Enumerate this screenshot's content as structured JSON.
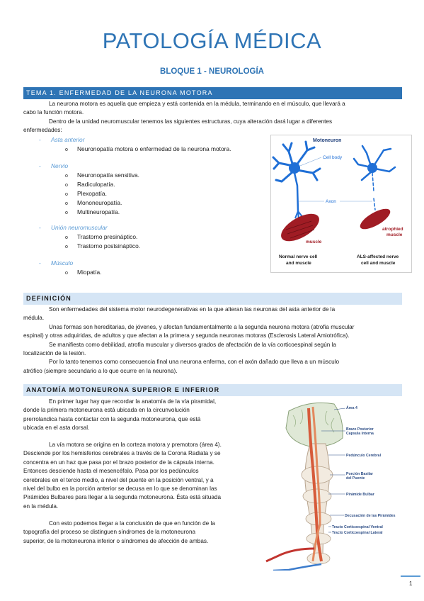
{
  "title": "PATOLOGÍA MÉDICA",
  "subtitle": "BLOQUE 1 - NEUROLOGÍA",
  "section1": {
    "heading": "TEMA 1. ENFERMEDAD DE LA NEURONA MOTORA",
    "p1a": "La neurona motora es aquella que empieza y está contenida en la médula, terminando en el músculo, que llevará a",
    "p1b": "cabo la función motora.",
    "p2a": "Dentro de la unidad neuromuscular tenemos las siguientes estructuras, cuya alteración dará lugar a diferentes",
    "p2b": "enfermedades:",
    "categories": [
      {
        "label": "Asta anterior",
        "items": [
          "Neuronopatía motora o enfermedad de la neurona motora."
        ]
      },
      {
        "label": "Nervio",
        "items": [
          "Neuronopatía sensitiva.",
          "Radiculopatía.",
          "Plexopatía.",
          "Mononeuropatía.",
          "Multineuropatía."
        ]
      },
      {
        "label": "Unión neuromuscular",
        "items": [
          "Trastorno presináptico.",
          "Trastorno postsináptico."
        ]
      },
      {
        "label": "Músculo",
        "items": [
          "Miopatía."
        ]
      }
    ],
    "figure": {
      "motoneuron": "Motoneuron",
      "cell_body": "Cell body",
      "axon": "Axon",
      "muscle": "muscle",
      "atrophied1": "atrophied",
      "atrophied2": "muscle",
      "cap_left1": "Normal nerve cell",
      "cap_left2": "and muscle",
      "cap_right1": "ALS-affected nerve",
      "cap_right2": "cell and muscle"
    }
  },
  "section2": {
    "heading": "DEFINICIÓN",
    "lines": [
      "Son enfermedades del sistema motor neurodegenerativas en la que alteran las neuronas del asta anterior de la",
      "médula.",
      "Unas formas son hereditarias, de jóvenes, y afectan fundamentalmente a la segunda neurona motora (atrofia muscular",
      "espinal) y otras adquiridas, de adultos y que afectan a la primera y segunda neuronas motoras (Esclerosis Lateral Amiotrófica).",
      "Se manifiesta como debilidad, atrofia muscular y diversos grados de afectación de la vía corticoespinal según la",
      "localización de la lesión.",
      "Por lo tanto tenemos como consecuencia final una neurona enferma, con el axón dañado que lleva a un músculo",
      "atrófico (siempre secundario a lo que ocurre en la neurona)."
    ]
  },
  "section3": {
    "heading": "ANATOMÍA MOTONEURONA SUPERIOR E INFERIOR",
    "para1": [
      "En primer lugar hay que recordar la anatomía de la vía piramidal,",
      "donde la primera motoneurona está ubicada en la circunvolución",
      "prerrolandica hasta contactar con la segunda motoneurona, que está",
      "ubicada en el asta dorsal."
    ],
    "para2": [
      "La vía motora se origina en la corteza motora y premotora (área 4).",
      "Desciende por los hemisferios cerebrales a través de la Corona Radiata y se",
      "concentra en un haz que pasa por el brazo posterior de la cápsula interna.",
      "Entonces desciende hasta el mesencéfalo. Pasa por los pedúnculos",
      "cerebrales en el tercio medio, a nivel del puente en la posición ventral, y a",
      "nivel del bulbo en la porción anterior se decusa en lo que se denominan las",
      "Pirámides Bulbares para llegar a la segunda motoneurona. Ésta está situada",
      "en la médula."
    ],
    "para3": [
      "Con esto podemos llegar a la conclusión de que en función de la",
      "topografía del proceso se distinguen síndromes de la motoneurona",
      "superior, de la motoneurona inferior o síndromes de afección de ambas."
    ],
    "figure": {
      "area": "Área 4",
      "brazo1": "Brazo Posterior",
      "brazo2": "Cápsula Interna",
      "pedunculo": "Pedúnculo Cerebral",
      "porcion1": "Porción Basilar",
      "porcion2": "del Puente",
      "piramide": "Pirámide Bulbar",
      "decusacion": "Decusación de las Pirámides",
      "ventral": "Tracto Corticoespinal Ventral",
      "lateral": "Tracto Corticoespinal Lateral"
    }
  },
  "page_number": "1",
  "colors": {
    "accent": "#2e74b5",
    "light_bar": "#d5e5f5",
    "category": "#5b9bd5",
    "neuron": "#1f6fd6",
    "muscle": "#a01c24"
  }
}
